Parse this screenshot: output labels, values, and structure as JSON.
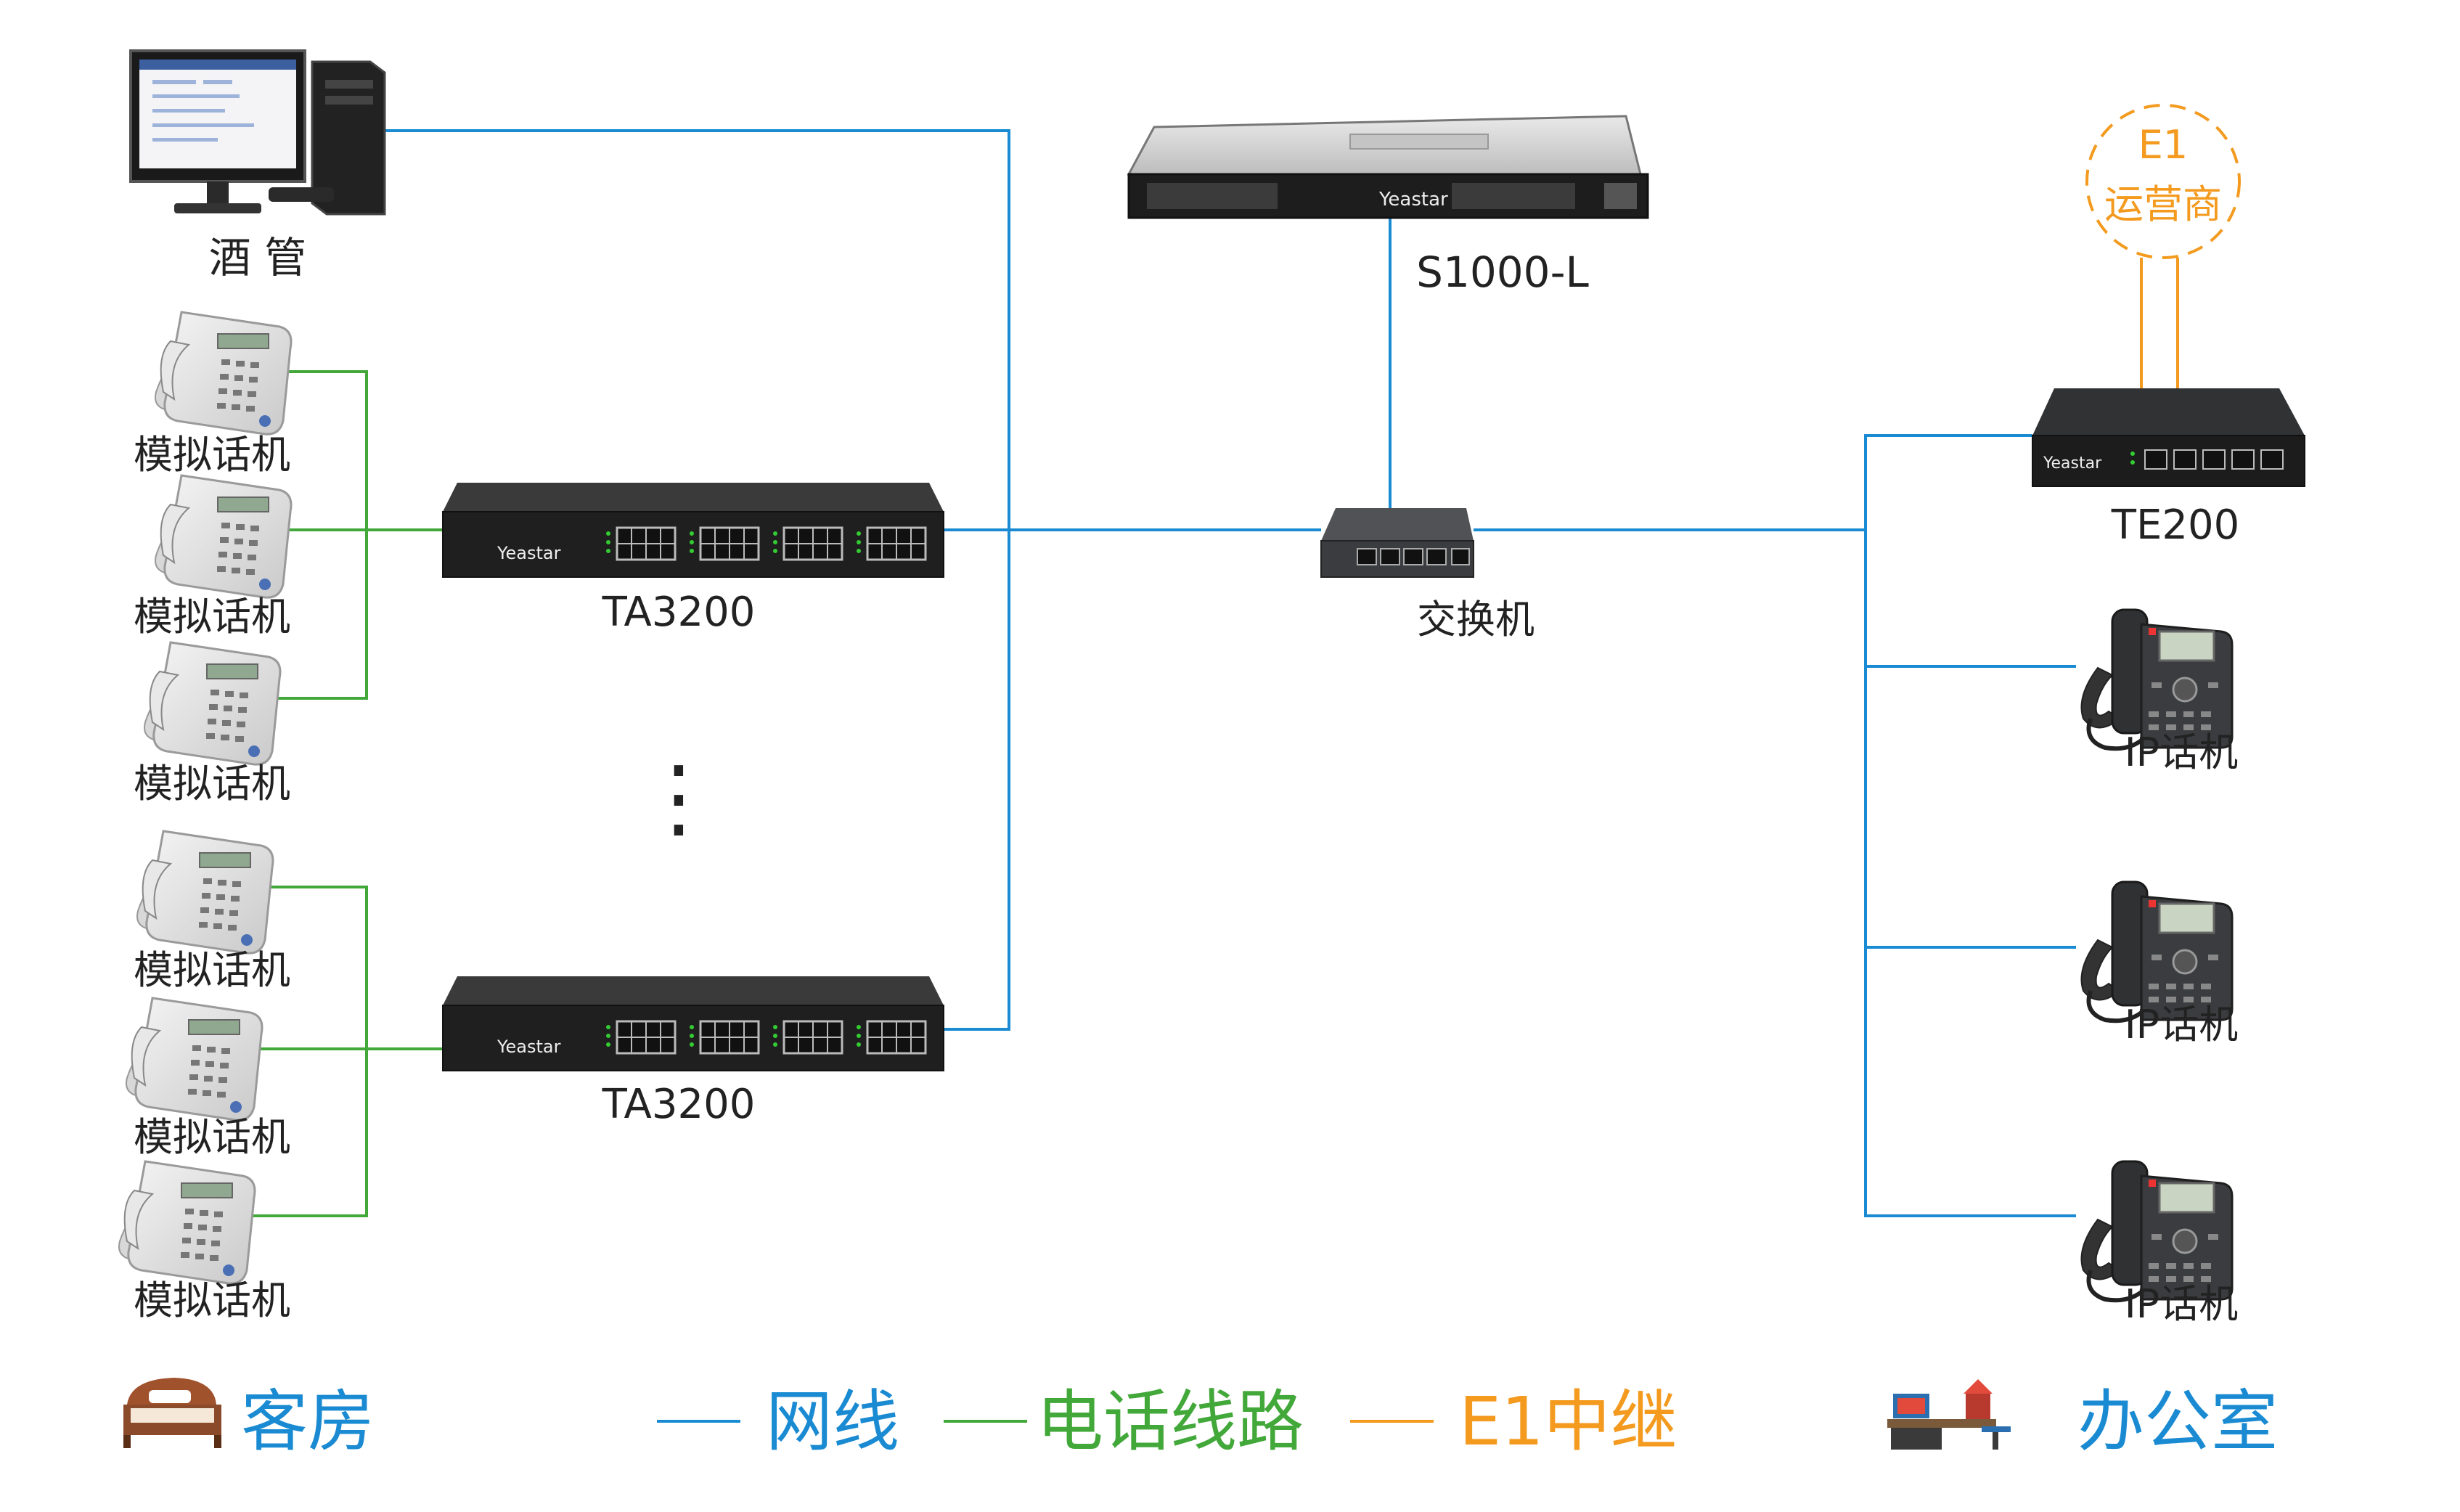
{
  "nodes": {
    "pc": "酒 管",
    "server": "S1000-L",
    "switch": "交换机",
    "gateway_top": "TA3200",
    "gateway_bottom": "TA3200",
    "te200": "TE200",
    "carrier_line1": "E1",
    "carrier_line2": "运营商",
    "analog_phone": "模拟话机",
    "ip_phone": "IP话机",
    "brand": "Yeastar",
    "ellipsis": "⋮"
  },
  "legend": {
    "guest_room": "客房",
    "network_line": "网线",
    "phone_line": "电话线路",
    "e1_trunk": "E1中继",
    "office": "办公室"
  },
  "colors": {
    "network": "#1a8bd2",
    "phone": "#42a83a",
    "e1": "#f39a1f",
    "device_dark": "#2b2b2b",
    "label": "#222222"
  }
}
